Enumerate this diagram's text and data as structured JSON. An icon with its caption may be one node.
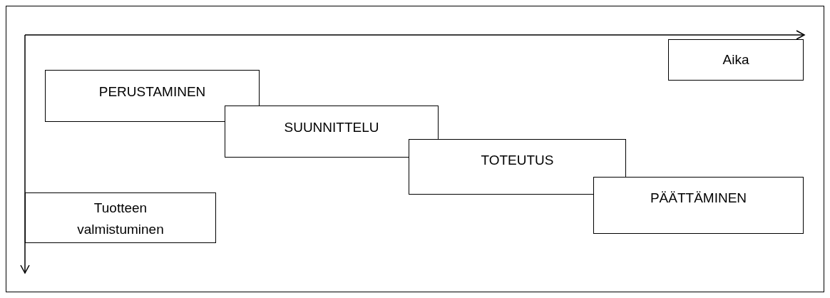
{
  "diagram": {
    "nodes": [
      {
        "text": [
          "Aika"
        ]
      },
      {
        "text": [
          "PERUSTAMINEN"
        ]
      },
      {
        "text": [
          "SUUNNITTELU"
        ]
      },
      {
        "text": [
          "TOTEUTUS"
        ]
      },
      {
        "text": [
          "PÄÄTTÄMINEN"
        ]
      },
      {
        "text": [
          "Tuotteen valmistuminen"
        ]
      }
    ]
  }
}
